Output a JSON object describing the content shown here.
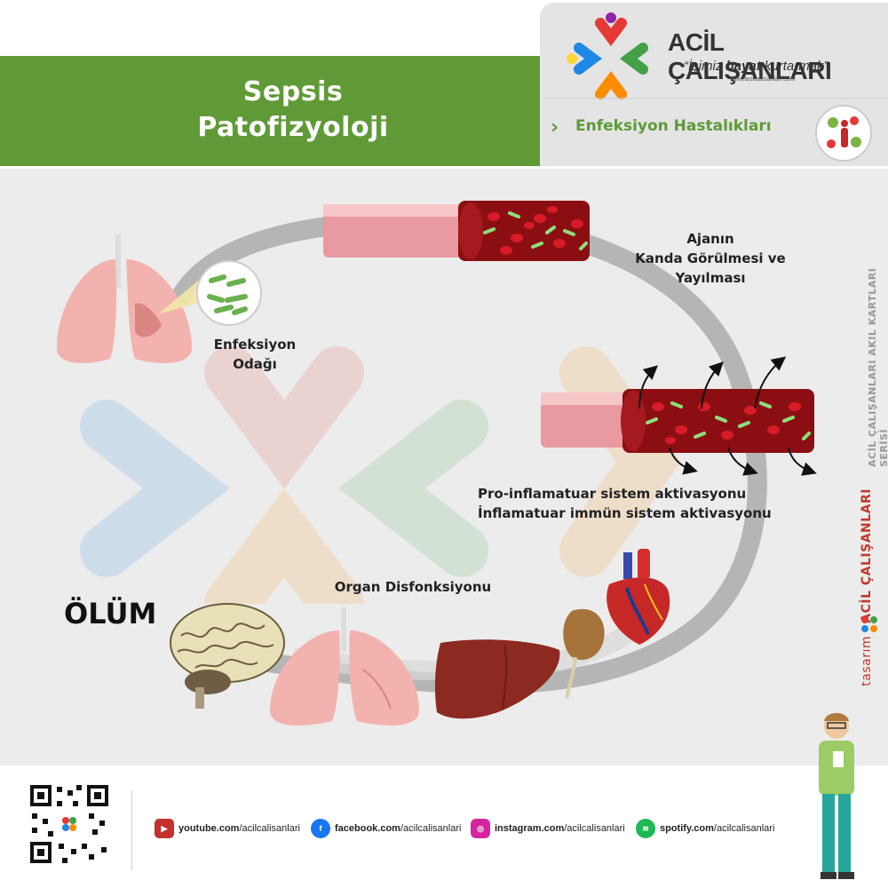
{
  "header": {
    "title_line1": "Sepsis",
    "title_line2": "Patofizyoloji",
    "brand_name": "ACİL ÇALIŞANLARI",
    "slogan_pre": "“İşimiz ",
    "slogan_bold": "hayat",
    "slogan_post": " kurtarmak”",
    "url": "www.acilcalisanlari.com",
    "category": "Enfeksiyon Hastalıkları"
  },
  "diagram": {
    "label_focus_1": "Enfeksiyon",
    "label_focus_2": "Odağı",
    "label_spread_1": "Ajanın",
    "label_spread_2": "Kanda Görülmesi ve",
    "label_spread_3": "Yayılması",
    "label_inflam_1": "Pro-inflamatuar sistem aktivasyonu",
    "label_inflam_2": "İnflamatuar immün sistem aktivasyonu",
    "label_organ": "Organ Disfonksiyonu",
    "label_death": "ÖLÜM"
  },
  "side": {
    "series": "ACİL ÇALIŞANLARI AKIL KARTLARI SERİSİ",
    "designer_pre": "tasarım",
    "designer_name": "ACİL ÇALIŞANLARI"
  },
  "footer": {
    "youtube_bold": "youtube.com",
    "youtube_rest": "/acilcalisanlari",
    "facebook_bold": "facebook.com",
    "facebook_rest": "/acilcalisanlari",
    "instagram_bold": "instagram.com",
    "instagram_rest": "/acilcalisanlari",
    "spotify_bold": "spotify.com",
    "spotify_rest": "/acilcalisanlari"
  },
  "colors": {
    "green": "#5f9a37",
    "blood": "#8b0f12",
    "vessel": "#e89aa0",
    "lung": "#f2b2ae",
    "liver": "#8c2a22"
  }
}
